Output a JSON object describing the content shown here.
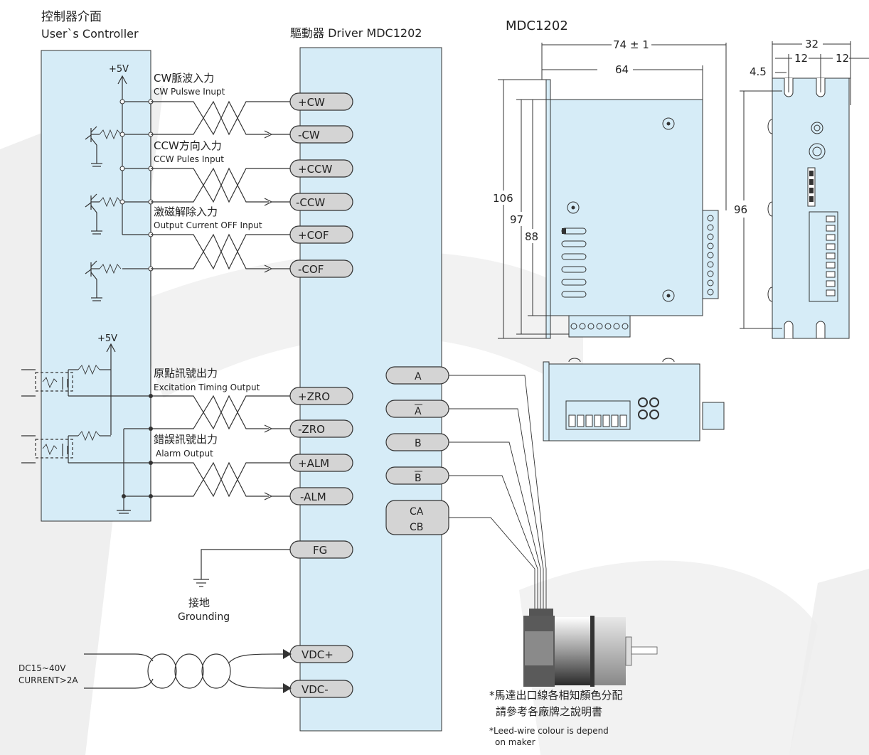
{
  "controller": {
    "title_cn": "控制器介面",
    "title_en": "User`s Controller",
    "v5": "+5V",
    "v5b": "+5V"
  },
  "driver": {
    "title": "驅動器 Driver MDC1202"
  },
  "groups": {
    "cw": {
      "cn": "CW脈波入力",
      "en": "CW Pulswe Inupt"
    },
    "ccw": {
      "cn": "CCW方向入力",
      "en": "CCW Pules Input"
    },
    "cof": {
      "cn": "激磁解除入力",
      "en": "Output Current OFF Input"
    },
    "zro": {
      "cn": "原點訊號出力",
      "en": "Excitation Timing Output"
    },
    "alm": {
      "cn": "錯誤訊號出力",
      "en": "Alarm Output"
    }
  },
  "pins": {
    "cw_p": "+CW",
    "cw_n": "-CW",
    "ccw_p": "+CCW",
    "ccw_n": "-CCW",
    "cof_p": "+COF",
    "cof_n": "-COF",
    "zro_p": "+ZRO",
    "zro_n": "-ZRO",
    "alm_p": "+ALM",
    "alm_n": "-ALM",
    "fg": "FG",
    "vdc_p": "VDC+",
    "vdc_n": "VDC-"
  },
  "motor_pins": {
    "a": "A",
    "a_bar": "A",
    "b": "B",
    "b_bar": "B",
    "ca": "CA",
    "cb": "CB"
  },
  "ground": {
    "cn": "接地",
    "en": "Grounding"
  },
  "power": {
    "line1": "DC15~40V",
    "line2": "CURRENT>2A"
  },
  "motor_note": {
    "cn1": "*馬達出口線各相知顏色分配",
    "cn2": "請參考各廠牌之說明書",
    "en1": "*Leed-wire colour is depend",
    "en2": "on maker"
  },
  "drawing": {
    "model": "MDC1202",
    "dims": {
      "w74": "74 ± 1",
      "w64": "64",
      "h106": "106",
      "h97": "97",
      "h88": "88",
      "w32": "32",
      "w12a": "12",
      "w12b": "12",
      "w45": "4.5",
      "h96": "96"
    }
  },
  "colors": {
    "panel": "#d6ecf7",
    "pin": "#d4d4d4",
    "line": "#333333",
    "watermark": "#ececec"
  }
}
